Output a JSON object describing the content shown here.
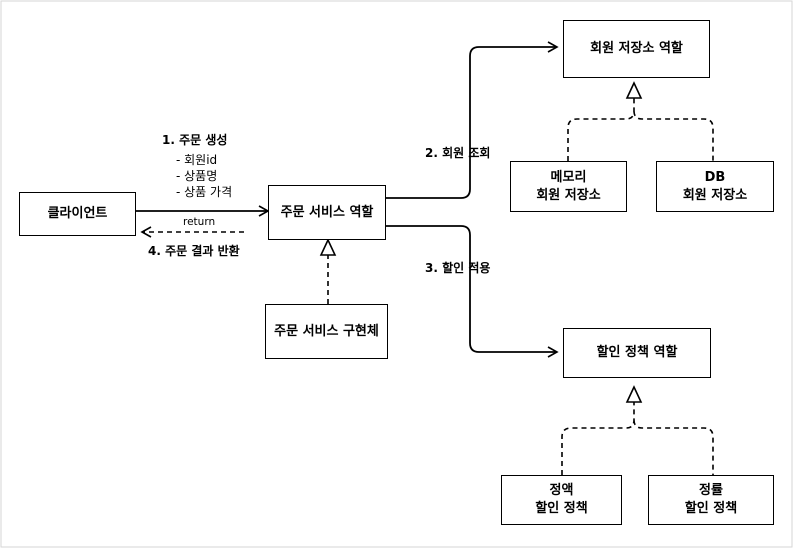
{
  "nodes": {
    "client": "클라이언트",
    "order_service_role": "주문 서비스 역할",
    "order_service_impl": "주문 서비스 구현체",
    "member_repo_role": "회원 저장소 역할",
    "memory_repo": [
      "메모리",
      "회원 저장소"
    ],
    "db_repo": [
      "DB",
      "회원 저장소"
    ],
    "discount_role": "할인 정책 역할",
    "fixed_discount": [
      "정액",
      "할인 정책"
    ],
    "rate_discount": [
      "정률",
      "할인 정책"
    ]
  },
  "labels": {
    "create_order": "1. 주문 생성",
    "create_details": [
      "- 회원id",
      "- 상품명",
      "- 상품 가격"
    ],
    "return": "return",
    "order_result": "4. 주문 결과 반환",
    "member_lookup": "2. 회원 조회",
    "apply_discount": "3. 할인 적용"
  }
}
